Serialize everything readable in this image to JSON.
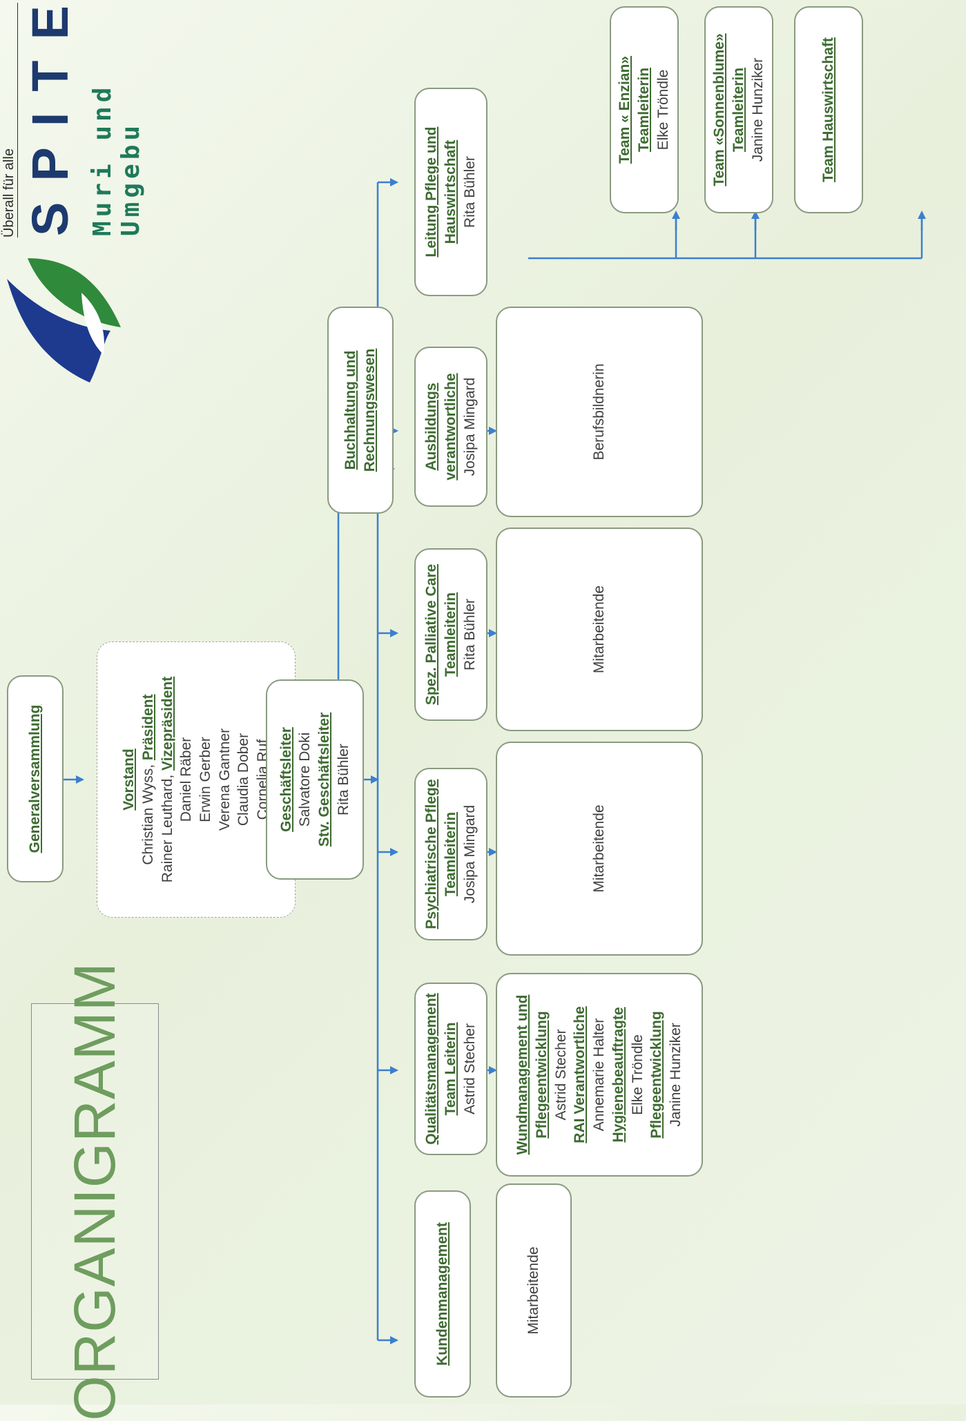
{
  "title": "ORGANIGRAMM",
  "logo": {
    "tagline": "Überall für alle",
    "name": "SPITE",
    "region": "Muri und Umgebu",
    "colors": {
      "blue": "#1d3a8f",
      "green": "#3a8a3a",
      "teal": "#1e7a5a"
    }
  },
  "generalversammlung": "Generalversammlung",
  "vorstand": {
    "heading": "Vorstand",
    "line1_name": "Christian Wyss, ",
    "line1_role": "Präsident",
    "line2_name": "Rainer Leuthard, ",
    "line2_role": "Vizepräsident",
    "members": [
      "Daniel Räber",
      "Erwin Gerber",
      "Verena Gantner",
      "Claudia Dober",
      "Cornelia Ruf"
    ]
  },
  "geschaeftsleitung": {
    "heading": "Geschäftsleiter",
    "name": "Salvatore Doki",
    "deputy_heading": "Stv. Geschäftsleiter",
    "deputy_name": "Rita Bühler"
  },
  "buchhaltung": {
    "line1": "Buchhaltung und",
    "line2": "Rechnungswesen"
  },
  "departments": {
    "kunden": {
      "heading": "Kundenmanagement",
      "staff": "Mitarbeitende"
    },
    "qualitaet": {
      "heading": "Qualitätsmanagement",
      "role": "Team Leiterin",
      "name": "Astrid Stecher",
      "staff": [
        {
          "role": "Wundmanagement und",
          "role2": "Pflegeentwicklung",
          "name": "Astrid Stecher"
        },
        {
          "role": "RAI Verantwortliche",
          "name": "Annemarie Halter"
        },
        {
          "role": "Hygienebeauftragte",
          "name": "Elke Tröndle"
        },
        {
          "role": "Pflegeentwicklung",
          "name": "Janine Hunziker"
        }
      ]
    },
    "psych": {
      "heading": "Psychiatrische Pflege",
      "role": "Teamleiterin",
      "name": "Josipa Mingard",
      "staff": "Mitarbeitende"
    },
    "palliative": {
      "heading": "Spez. Palliative Care",
      "role": "Teamleiterin",
      "name": "Rita Bühler",
      "staff": "Mitarbeitende"
    },
    "ausbildung": {
      "heading1": "Ausbildungs",
      "heading2": "verantwortliche",
      "name": "Josipa Mingard",
      "staff": "Berufsbildnerin"
    },
    "pflege": {
      "heading1": "Leitung Pflege und",
      "heading2": "Hauswirtschaft",
      "name": "Rita Bühler",
      "teams": [
        {
          "name": "Team « Enzian»",
          "role": "Teamleiterin",
          "leader": "Elke Tröndle"
        },
        {
          "name": "Team «Sonnenblume»",
          "role": "Teamleiterin",
          "leader": "Janine Hunziker"
        },
        {
          "name": "Team Hauswirtschaft"
        }
      ]
    }
  }
}
